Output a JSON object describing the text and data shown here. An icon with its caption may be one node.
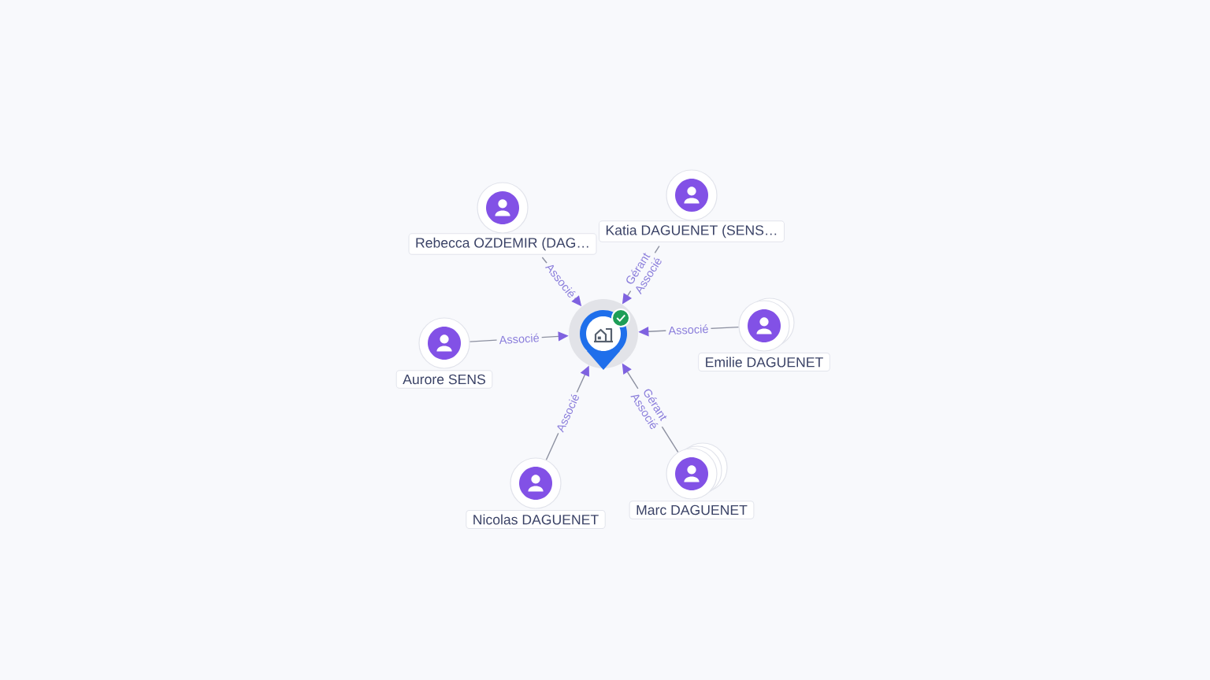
{
  "diagram": {
    "nodes": [
      {
        "text": [
          "Rebecca OZDEMIR (DAG…"
        ]
      },
      {
        "text": [
          "Katia DAGUENET (SENS…"
        ]
      },
      {
        "text": [
          "Aurore SENS"
        ]
      },
      {
        "text": [],
        "shape": "pin"
      },
      {
        "text": [
          "Emilie DAGUENET"
        ]
      },
      {
        "text": [
          "Nicolas DAGUENET"
        ]
      },
      {
        "text": [
          "Marc DAGUENET"
        ]
      }
    ],
    "edges": [
      {
        "from": 0,
        "to": 3,
        "arrow": "to",
        "label": "Associé"
      },
      {
        "from": 1,
        "to": 3,
        "arrow": "to",
        "label": "Gérant Associé"
      },
      {
        "from": 2,
        "to": 3,
        "arrow": "to",
        "label": "Associé"
      },
      {
        "from": 4,
        "to": 3,
        "arrow": "to",
        "label": "Associé"
      },
      {
        "from": 5,
        "to": 3,
        "arrow": "to",
        "label": "Associé"
      },
      {
        "from": 6,
        "to": 3,
        "arrow": "to",
        "label": "Gérant Associé"
      }
    ]
  }
}
